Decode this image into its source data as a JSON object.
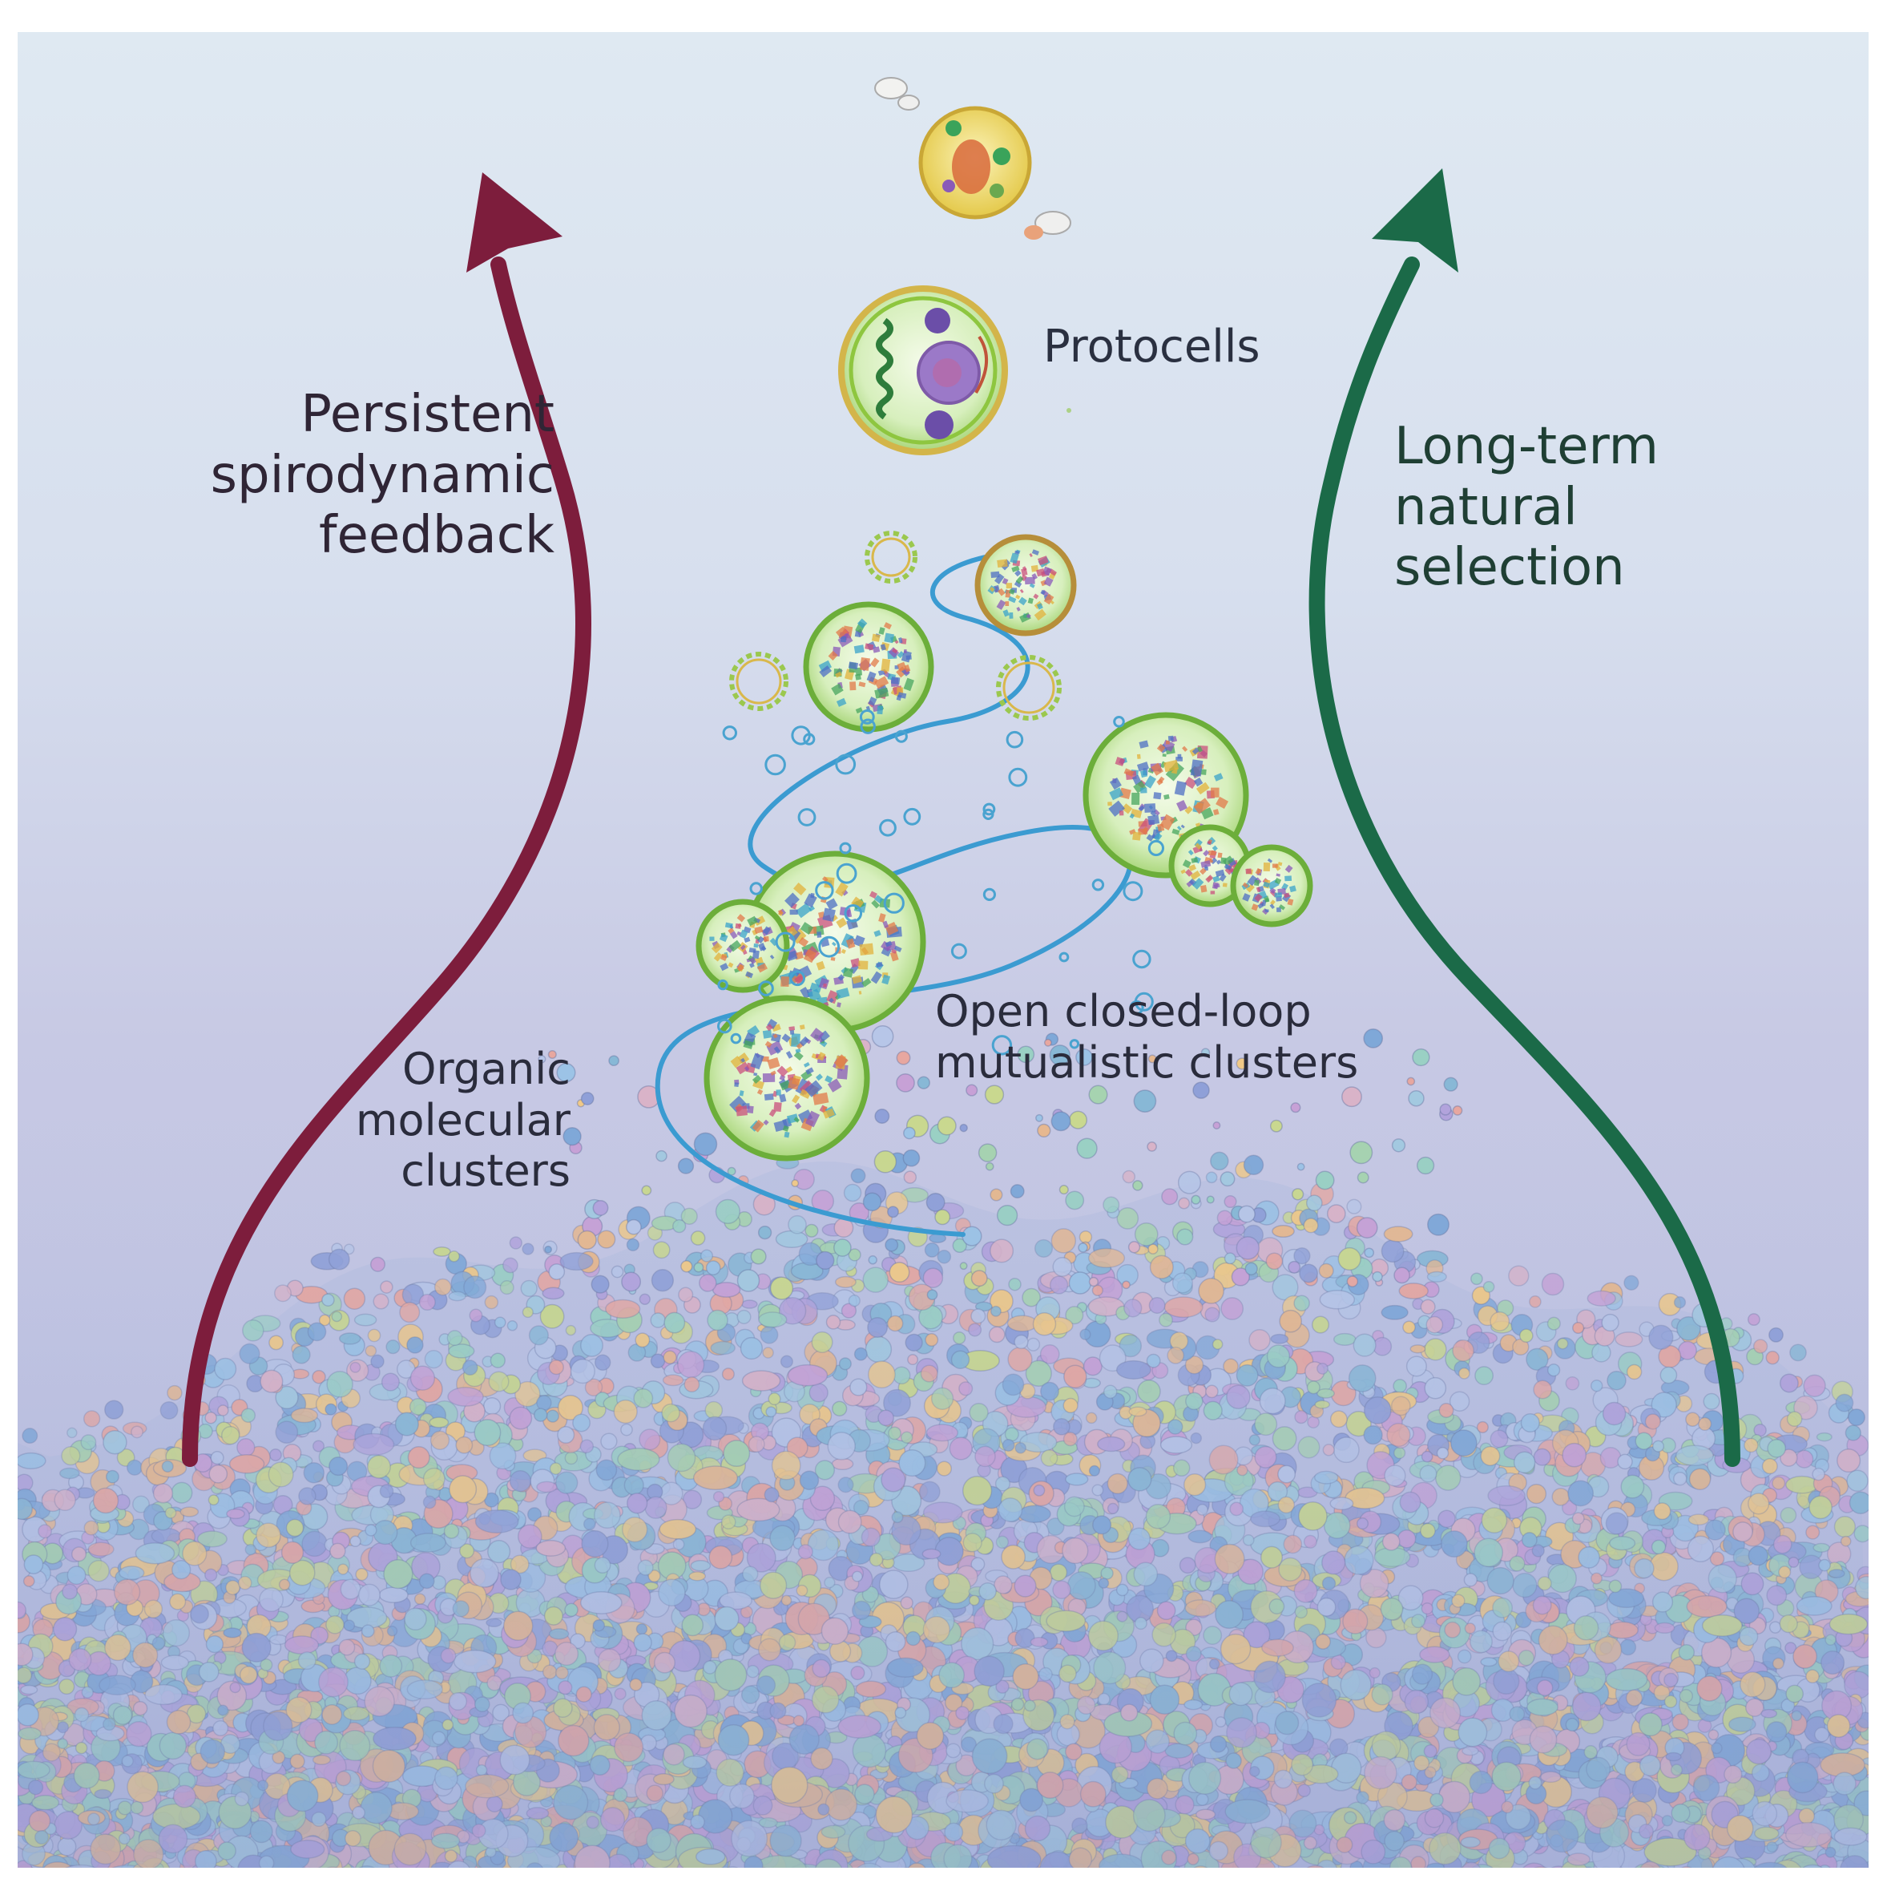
{
  "labels": {
    "left_arrow": [
      "Persistent",
      "spirodynamic",
      "feedback"
    ],
    "right_arrow": [
      "Long-term",
      "natural",
      "selection"
    ],
    "protocells": "Protocells",
    "mutualistic_clusters": [
      "Open closed-loop",
      "mutualistic clusters"
    ],
    "organic_clusters": [
      "Organic",
      "molecular",
      "clusters"
    ]
  },
  "colors": {
    "left_arrow": "#7d1d3c",
    "right_arrow": "#1b6a48",
    "cell_membrane": "#8ec63f",
    "cell_fill": "#d8efb8",
    "spiral_path": "#3b9bd1",
    "protocell_outer": "#e2cf52"
  },
  "icons": {
    "cells": "protocell-icon",
    "clusters": "molecular-cluster-icon",
    "rings": "molecular-ring-icon"
  }
}
